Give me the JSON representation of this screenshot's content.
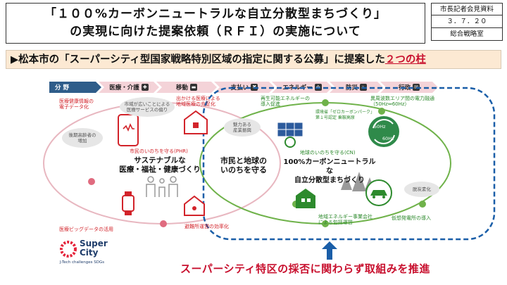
{
  "header": {
    "title_line1": "「１００%カーボンニュートラルな自立分散型まちづくり」",
    "title_line2": "の実現に向けた提案依頼（ＲＦＩ）の実施について",
    "meta": [
      "市長記者会見資料",
      "３．７．２０",
      "総合戦略室"
    ]
  },
  "subtitle": {
    "prefix": "▶松本市の「スーパーシティ型国家戦略特別区域の指定に関する公募」に提案した",
    "highlight": "２つの柱"
  },
  "tabs": [
    {
      "label": "分 野",
      "icon": ""
    },
    {
      "label": "医療・介護",
      "icon": "medical-cross-icon"
    },
    {
      "label": "移動",
      "icon": "car-icon"
    },
    {
      "label": "支払い",
      "icon": "yen-house-icon"
    },
    {
      "label": "エネルギー",
      "icon": "wind-fan-icon"
    },
    {
      "label": "防災",
      "icon": "fire-icon"
    },
    {
      "label": "行政",
      "icon": "mail-icon"
    }
  ],
  "left_circle": {
    "center_line1": "サステナブルな",
    "center_line2": "医療・福祉・健康づくり",
    "phr_label": "市民のいのちを守る(PHR)",
    "label_medical_record": [
      "医療健康情報の",
      "電子データ化"
    ],
    "label_elderly": [
      "後期高齢者の",
      "増加"
    ],
    "label_wide_city": [
      "市域が広いことによる",
      "医療サービスの偏り"
    ],
    "label_gap": [
      "出かける医療による",
      "地域医療の充足化"
    ],
    "label_bigdata": "医療ビッグデータの活用",
    "label_evacuation": "避難所運営の効率化"
  },
  "overlap": {
    "line1": "市民と地球の",
    "line2": "いのちを守る",
    "cloud_appeal": [
      "魅力ある",
      "産業振興"
    ]
  },
  "right_circle": {
    "center_line1": "100%カーボンニュートラルな",
    "center_line2": "自立分散型まちづくり",
    "cn_label": "地球のいのちを守る(CN)",
    "label_renewable": [
      "再生可能エネルギーの",
      "導入促進"
    ],
    "label_frequency": [
      "異周波数エリア間の電力融通",
      "（50Hz⇔60Hz）"
    ],
    "label_zero_carbon": [
      "環境省「ゼロカーボンパーク」",
      "第１号認定 乗鞍高原"
    ],
    "label_decarbon_car": "脱炭素化",
    "label_local_energy": [
      "地域エネルギー事業会社",
      "による包括運営"
    ],
    "label_virtual_power": "仮想発電所の導入",
    "hz50": "50Hz",
    "hz60": "60Hz"
  },
  "logo": {
    "name_line1": "Super",
    "name_line2": "City",
    "tagline": "J-Tech challenges SDGs"
  },
  "bottom_message": "スーパーシティ特区の採否に関わらず取組みを推進",
  "colors": {
    "accent_red": "#c8102e",
    "dashed_blue": "#1a5ea8",
    "tab_pink": "#f4d3d8",
    "tab_blue": "#2f5d8a",
    "subtitle_bg": "#fce9d3",
    "ring_pink": "#e8b7c0",
    "ring_green": "#6fb24a"
  }
}
